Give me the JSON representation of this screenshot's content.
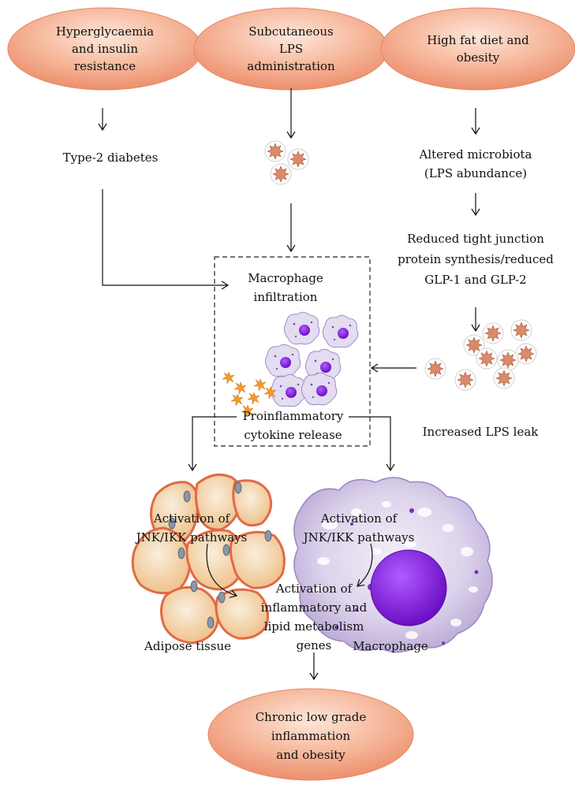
{
  "causes": {
    "hyperglycaemia": [
      "Hyperglycaemia",
      "and insulin",
      "resistance"
    ],
    "lps": [
      "Subcutaneous",
      "LPS",
      "administration"
    ],
    "diet": [
      "High fat diet and",
      "obesity"
    ]
  },
  "type2_diabetes": "Type-2 diabetes",
  "microbiota": [
    "Altered microbiota",
    "(LPS abundance)"
  ],
  "tight_junction": [
    "Reduced tight junction",
    "protein synthesis/reduced",
    "GLP-1 and GLP-2"
  ],
  "macrophage_infiltration": [
    "Macrophage",
    "infiltration"
  ],
  "cytokine_release": [
    "Proinflammatory",
    "cytokine release"
  ],
  "lps_leak": "Increased LPS leak",
  "adipose": {
    "activation": [
      "Activation of",
      "JNK/IKK pathways"
    ],
    "label": "Adipose tissue"
  },
  "macrophage": {
    "activation": [
      "Activation of",
      "JNK/IKK pathways"
    ],
    "label": "Macrophage"
  },
  "genes": [
    "Activation of",
    "inflammatory and",
    "lipid metabolism",
    "genes"
  ],
  "outcome": [
    "Chronic low grade",
    "inflammation",
    "and obesity"
  ],
  "colors": {
    "oval_fill": "#f4a98a",
    "oval_highlight": "#fde6da",
    "adipose_fill": "#f3d4a8",
    "adipose_border": "#e06a45",
    "macrophage_fill": "#ddd4ec",
    "nucleus": "#8a1fe0",
    "lps_fill": "#d98a6a"
  }
}
